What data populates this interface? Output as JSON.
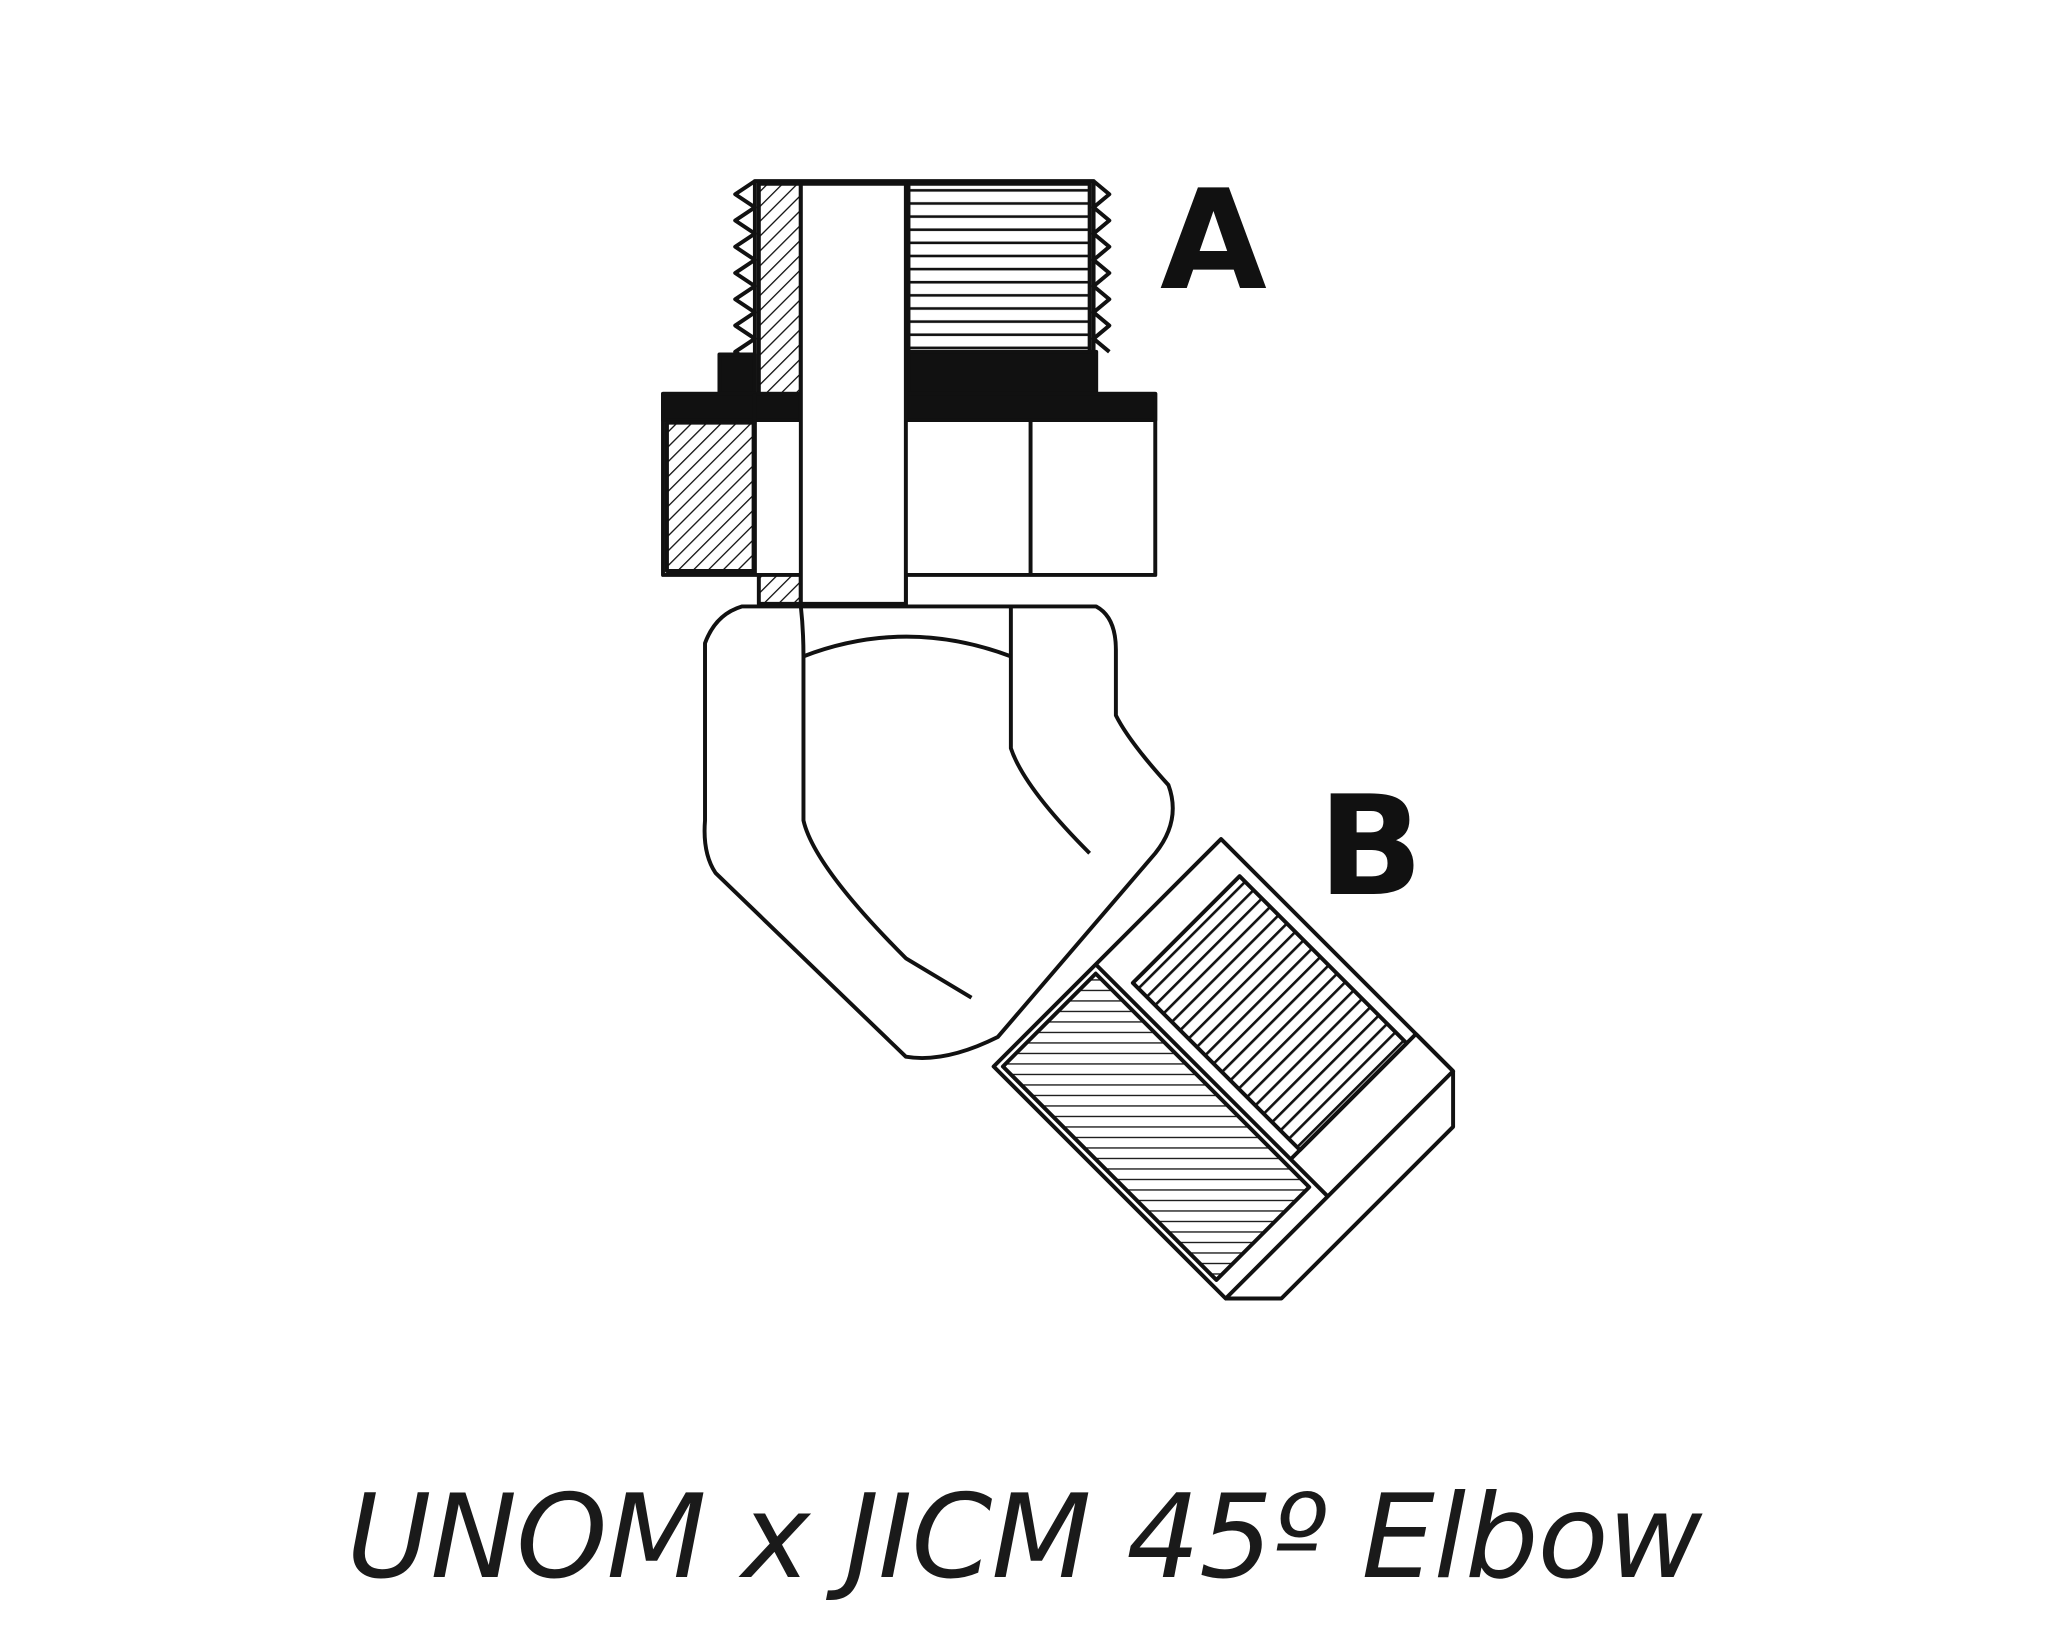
{
  "diagram": {
    "ports": [
      {
        "id": "A",
        "label": "A"
      },
      {
        "id": "B",
        "label": "B"
      }
    ],
    "caption": "UNOM x JICM 45º Elbow",
    "line_color": "#111111",
    "background": "#ffffff"
  }
}
